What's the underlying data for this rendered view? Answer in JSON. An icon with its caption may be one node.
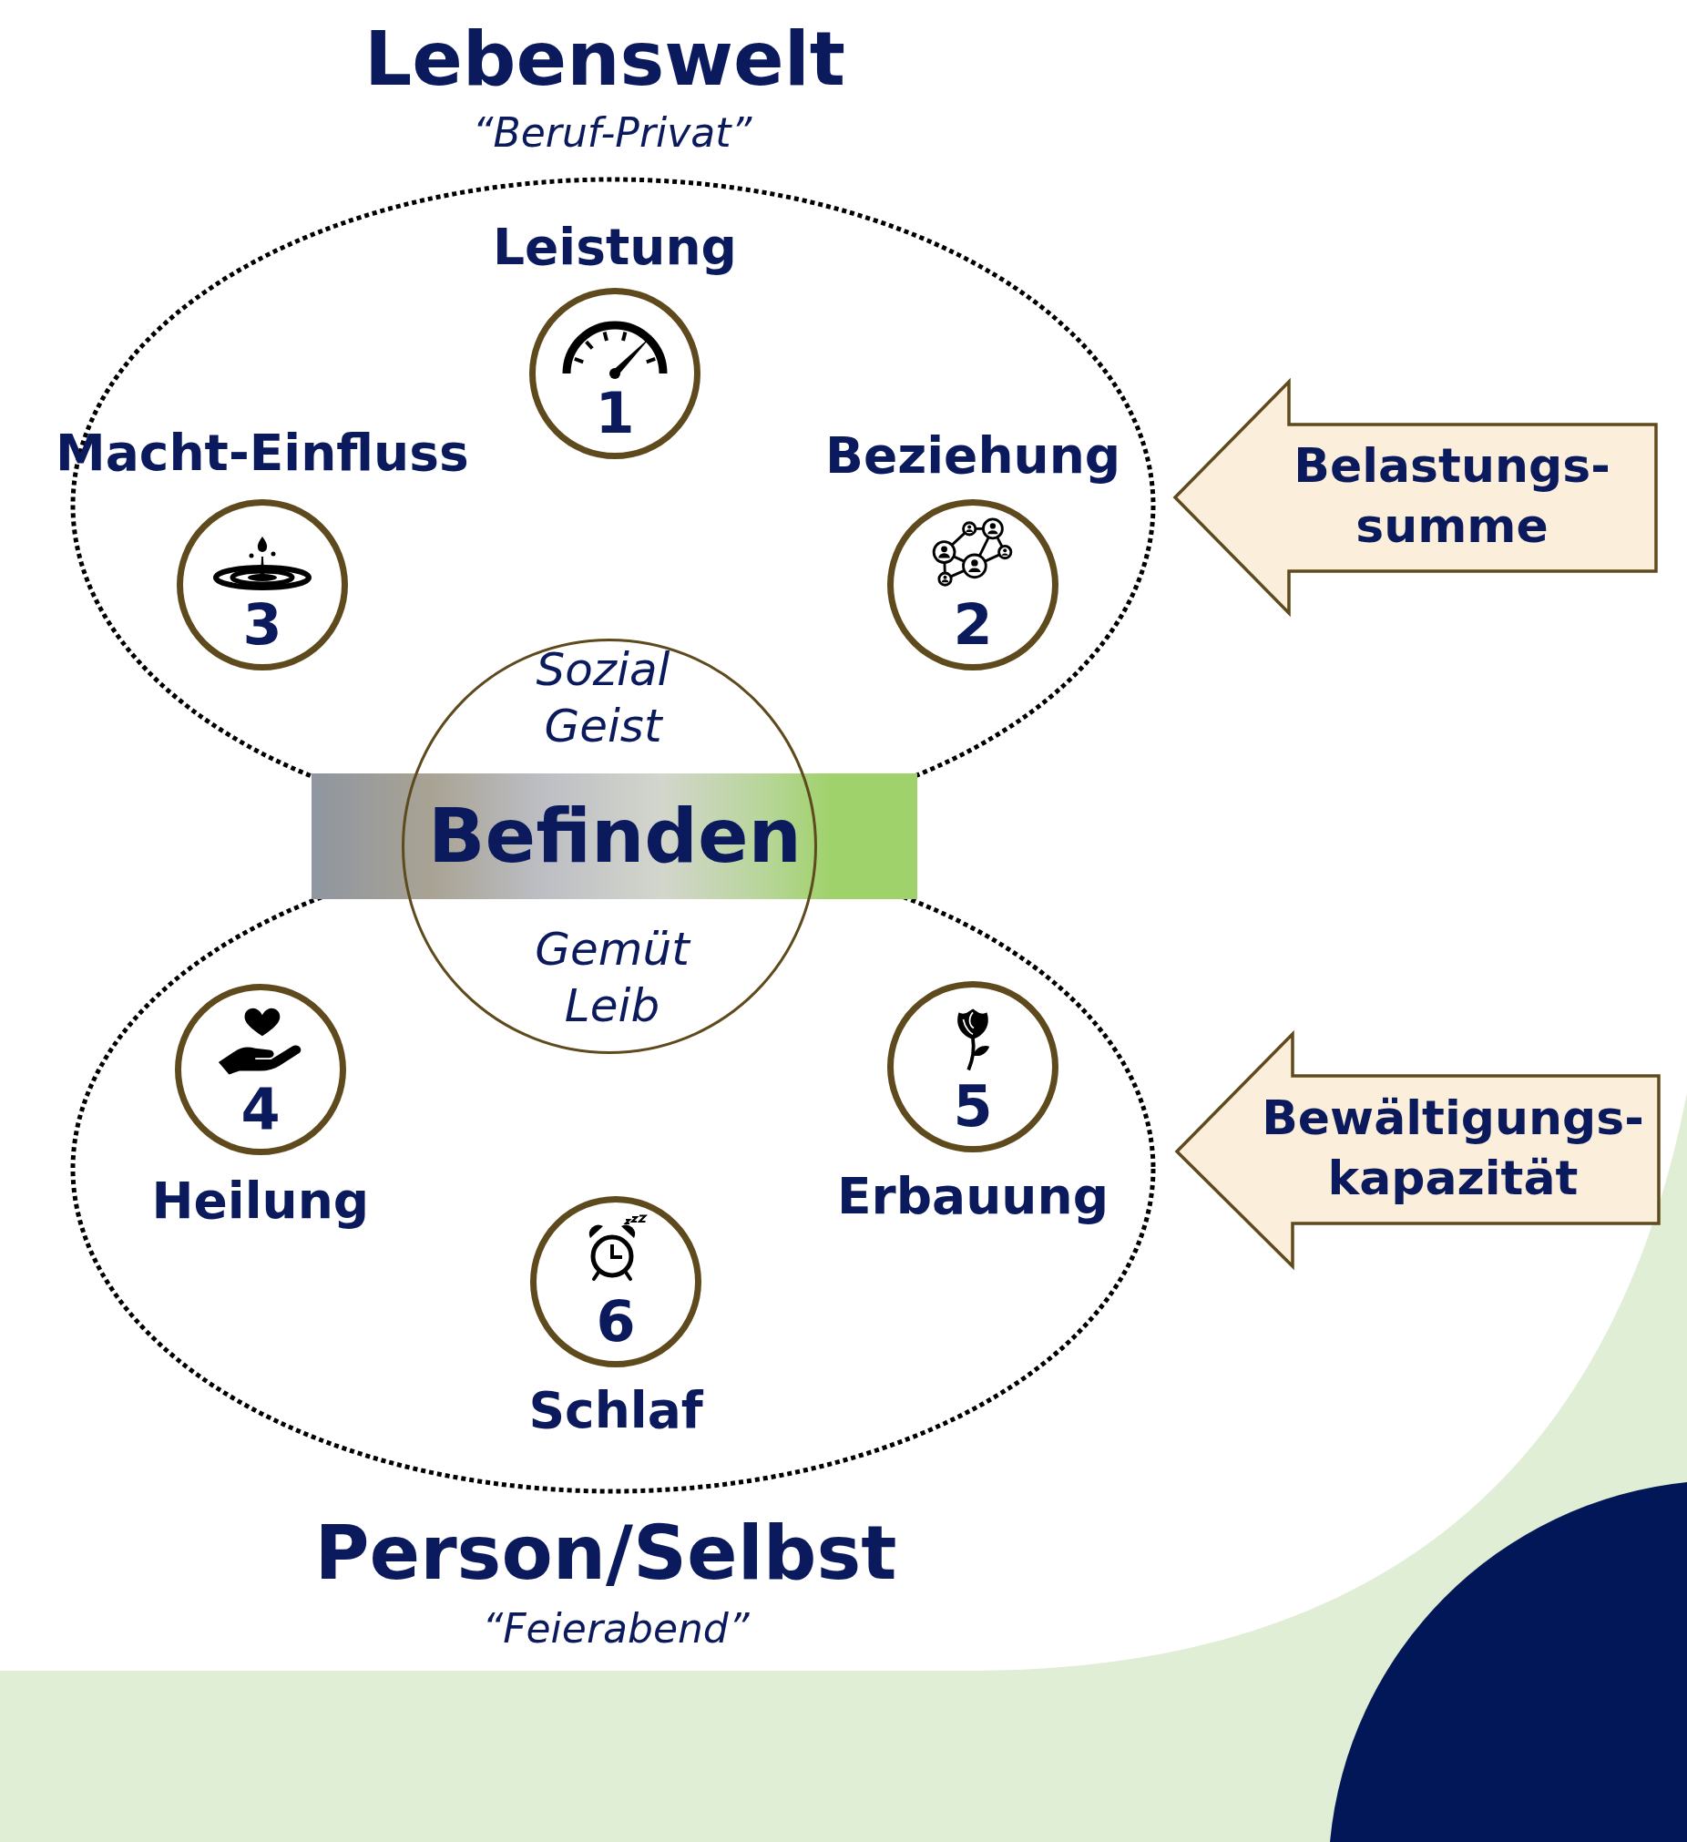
{
  "diagram": {
    "nodes": [
      {
        "text": [
          "Lebenswelt",
          "“Beruf-Privat”"
        ]
      },
      {
        "text": [
          "Leistung",
          "1"
        ],
        "in": 0
      },
      {
        "text": [
          "Macht-Einfluss",
          "3"
        ],
        "in": 0
      },
      {
        "text": [
          "Beziehung",
          "2"
        ],
        "in": 0
      },
      {
        "text": [
          "Belastungs- summe"
        ]
      },
      {
        "text": [
          "Sozial Geist",
          "Gemüt Leib"
        ]
      },
      {
        "text": [
          "Befinden"
        ]
      },
      {
        "text": [
          "Person/Selbst",
          "“Feierabend”"
        ]
      },
      {
        "text": [
          "4",
          "Heilung"
        ],
        "in": 7
      },
      {
        "text": [
          "5",
          "Erbauung"
        ],
        "in": 7
      },
      {
        "text": [
          "Bewältigungs- kapazität"
        ]
      },
      {
        "text": [
          "6",
          "Schlaf"
        ],
        "in": 7
      }
    ]
  }
}
